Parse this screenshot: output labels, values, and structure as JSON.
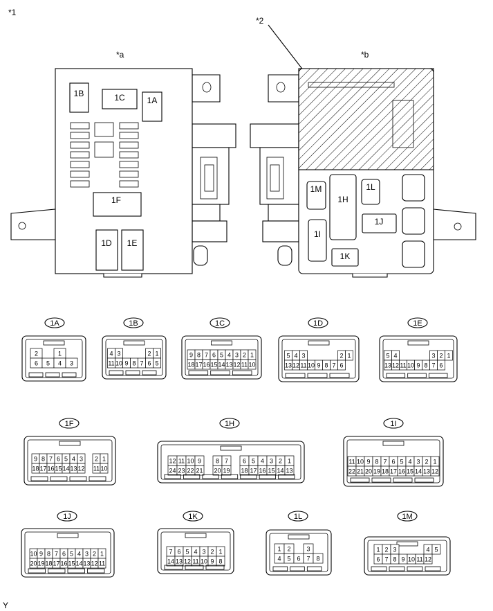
{
  "callouts": {
    "page_note": "*1",
    "pointer_note": "*2",
    "view_a": "*a",
    "view_b": "*b"
  },
  "footer_mark": "Y",
  "block_a_labels": {
    "c1B": "1B",
    "c1C": "1C",
    "c1A": "1A",
    "c1F": "1F",
    "c1D": "1D",
    "c1E": "1E"
  },
  "block_b_labels": {
    "c1M": "1M",
    "c1H": "1H",
    "c1L": "1L",
    "c1I": "1I",
    "c1J": "1J",
    "c1K": "1K"
  },
  "connectors": [
    {
      "id": "1A",
      "rows": [
        [
          "2",
          "",
          "1"
        ],
        [
          "6",
          "5",
          "4",
          "3"
        ]
      ]
    },
    {
      "id": "1B",
      "rows": [
        [
          "4",
          "3",
          "",
          "",
          "",
          "2",
          "1"
        ],
        [
          "11",
          "10",
          "9",
          "8",
          "7",
          "6",
          "5"
        ]
      ]
    },
    {
      "id": "1C",
      "rows": [
        [
          "9",
          "8",
          "7",
          "6",
          "5",
          "4",
          "3",
          "2",
          "1"
        ],
        [
          "18",
          "17",
          "16",
          "15",
          "14",
          "13",
          "12",
          "11",
          "10"
        ]
      ]
    },
    {
      "id": "1D",
      "rows": [
        [
          "5",
          "4",
          "3",
          "",
          "",
          "",
          "",
          "2",
          "1"
        ],
        [
          "13",
          "12",
          "11",
          "10",
          "9",
          "8",
          "7",
          "6"
        ]
      ]
    },
    {
      "id": "1E",
      "rows": [
        [
          "5",
          "4",
          "",
          "",
          "",
          "",
          "3",
          "2",
          "1"
        ],
        [
          "13",
          "12",
          "11",
          "10",
          "9",
          "8",
          "7",
          "6"
        ]
      ]
    },
    {
      "id": "1F",
      "rows": [
        [
          "9",
          "8",
          "7",
          "6",
          "5",
          "4",
          "3",
          "",
          "2",
          "1"
        ],
        [
          "18",
          "17",
          "16",
          "15",
          "14",
          "13",
          "12",
          "",
          "11",
          "10"
        ]
      ]
    },
    {
      "id": "1H",
      "rows": [
        [
          "12",
          "11",
          "10",
          "9",
          "",
          "8",
          "7",
          "",
          "6",
          "5",
          "4",
          "3",
          "2",
          "1"
        ],
        [
          "24",
          "23",
          "22",
          "21",
          "",
          "20",
          "19",
          "",
          "18",
          "17",
          "16",
          "15",
          "14",
          "13"
        ]
      ]
    },
    {
      "id": "1I",
      "rows": [
        [
          "11",
          "10",
          "9",
          "8",
          "7",
          "6",
          "5",
          "4",
          "3",
          "2",
          "1"
        ],
        [
          "22",
          "21",
          "20",
          "19",
          "18",
          "17",
          "16",
          "15",
          "14",
          "13",
          "12"
        ]
      ]
    },
    {
      "id": "1J",
      "rows": [
        [
          "10",
          "9",
          "8",
          "7",
          "6",
          "5",
          "4",
          "3",
          "2",
          "1"
        ],
        [
          "20",
          "19",
          "18",
          "17",
          "16",
          "15",
          "14",
          "13",
          "12",
          "11"
        ]
      ]
    },
    {
      "id": "1K",
      "rows": [
        [
          "7",
          "6",
          "5",
          "4",
          "3",
          "2",
          "1"
        ],
        [
          "14",
          "13",
          "12",
          "11",
          "10",
          "9",
          "8"
        ]
      ]
    },
    {
      "id": "1L",
      "rows": [
        [
          "1",
          "2",
          "",
          "3"
        ],
        [
          "4",
          "5",
          "6",
          "7",
          "8"
        ]
      ]
    },
    {
      "id": "1M",
      "rows": [
        [
          "1",
          "2",
          "3",
          "",
          "",
          "",
          "4",
          "5"
        ],
        [
          "6",
          "7",
          "8",
          "9",
          "10",
          "11",
          "12"
        ]
      ]
    }
  ]
}
